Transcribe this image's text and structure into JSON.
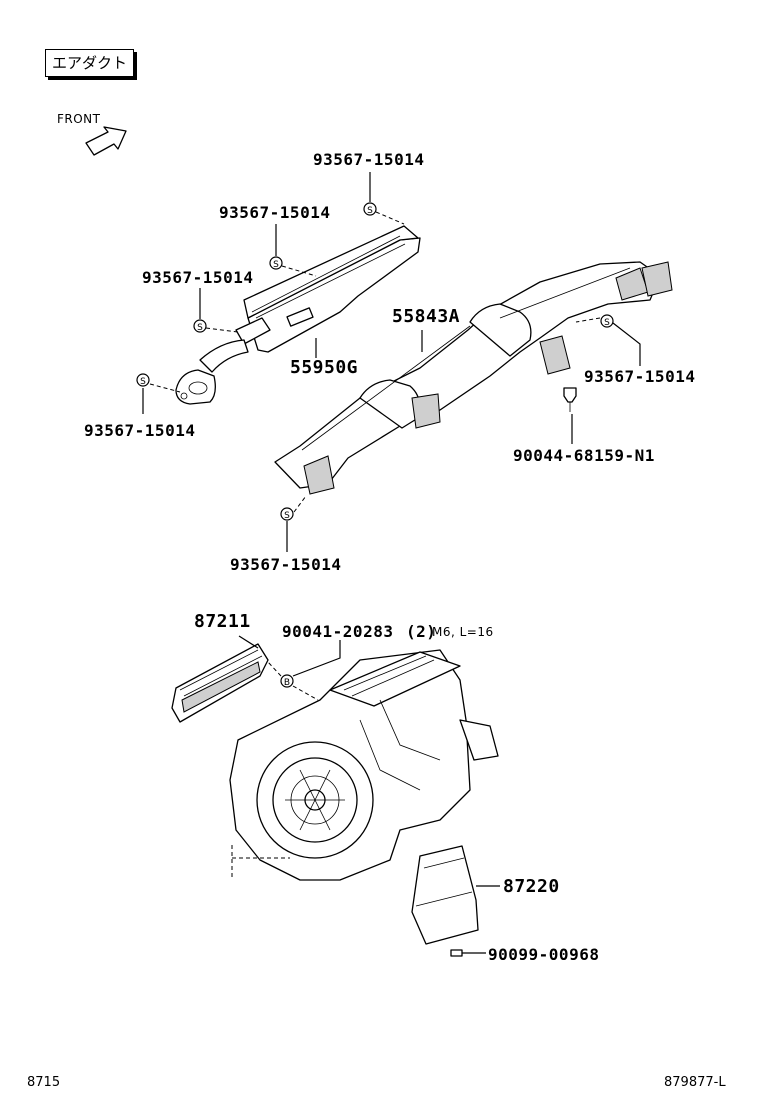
{
  "header": {
    "section_title": "エアダクト",
    "front_label": "FRONT"
  },
  "parts": {
    "p1": "93567-15014",
    "p2": "93567-15014",
    "p3": "93567-15014",
    "p4": "55950G",
    "p5": "93567-15014",
    "p6": "55843A",
    "p7": "93567-15014",
    "p8": "90044-68159-N1",
    "p9": "93567-15014",
    "p10": "87211",
    "p11": "90041-20283",
    "p11_qty": "(2)",
    "p11_note": "M6, L=16",
    "p12": "87220",
    "p13": "90099-00968"
  },
  "markers": {
    "s": "S",
    "b": "B"
  },
  "footer": {
    "left": "8715",
    "right": "879877-L"
  }
}
